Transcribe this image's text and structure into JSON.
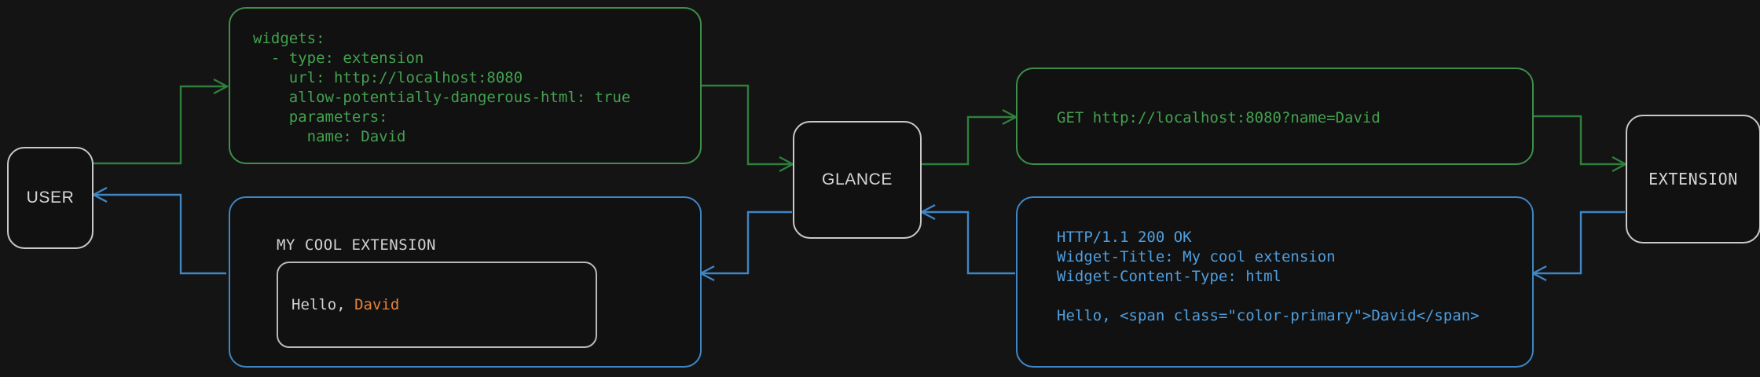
{
  "theme": {
    "background": "#141414",
    "panel_background": "#111111",
    "node_border": "#c9c9c9",
    "node_text": "#d6d6d6",
    "request_green": "#43a14f",
    "response_blue": "#4f9fe0",
    "accent_orange": "#e8833a",
    "widget_text": "#d2d2d2"
  },
  "nodes": {
    "user": {
      "label": "USER"
    },
    "glance": {
      "label": "GLANCE"
    },
    "extension": {
      "label": "EXTENSION"
    }
  },
  "panels": {
    "config_yaml": {
      "kind": "request",
      "code": "widgets:\n  - type: extension\n    url: http://localhost:8080\n    allow-potentially-dangerous-html: true\n    parameters:\n      name: David"
    },
    "http_request": {
      "kind": "request",
      "code": "GET http://localhost:8080?name=David"
    },
    "http_response": {
      "kind": "response",
      "code": "HTTP/1.1 200 OK\nWidget-Title: My cool extension\nWidget-Content-Type: html\n\nHello, <span class=\"color-primary\">David</span>"
    },
    "rendered_widget": {
      "kind": "response",
      "title": "MY COOL EXTENSION",
      "greeting_prefix": "Hello, ",
      "greeting_name": "David"
    }
  },
  "connectors": [
    {
      "name": "user-to-config",
      "color": "#43a14f",
      "direction": "right"
    },
    {
      "name": "config-to-glance",
      "color": "#43a14f",
      "direction": "right"
    },
    {
      "name": "glance-to-request",
      "color": "#43a14f",
      "direction": "right"
    },
    {
      "name": "request-to-extension",
      "color": "#43a14f",
      "direction": "right"
    },
    {
      "name": "extension-to-response",
      "color": "#4f9fe0",
      "direction": "left"
    },
    {
      "name": "response-to-glance",
      "color": "#4f9fe0",
      "direction": "left"
    },
    {
      "name": "glance-to-widget",
      "color": "#4f9fe0",
      "direction": "left"
    },
    {
      "name": "widget-to-user",
      "color": "#4f9fe0",
      "direction": "left"
    }
  ]
}
